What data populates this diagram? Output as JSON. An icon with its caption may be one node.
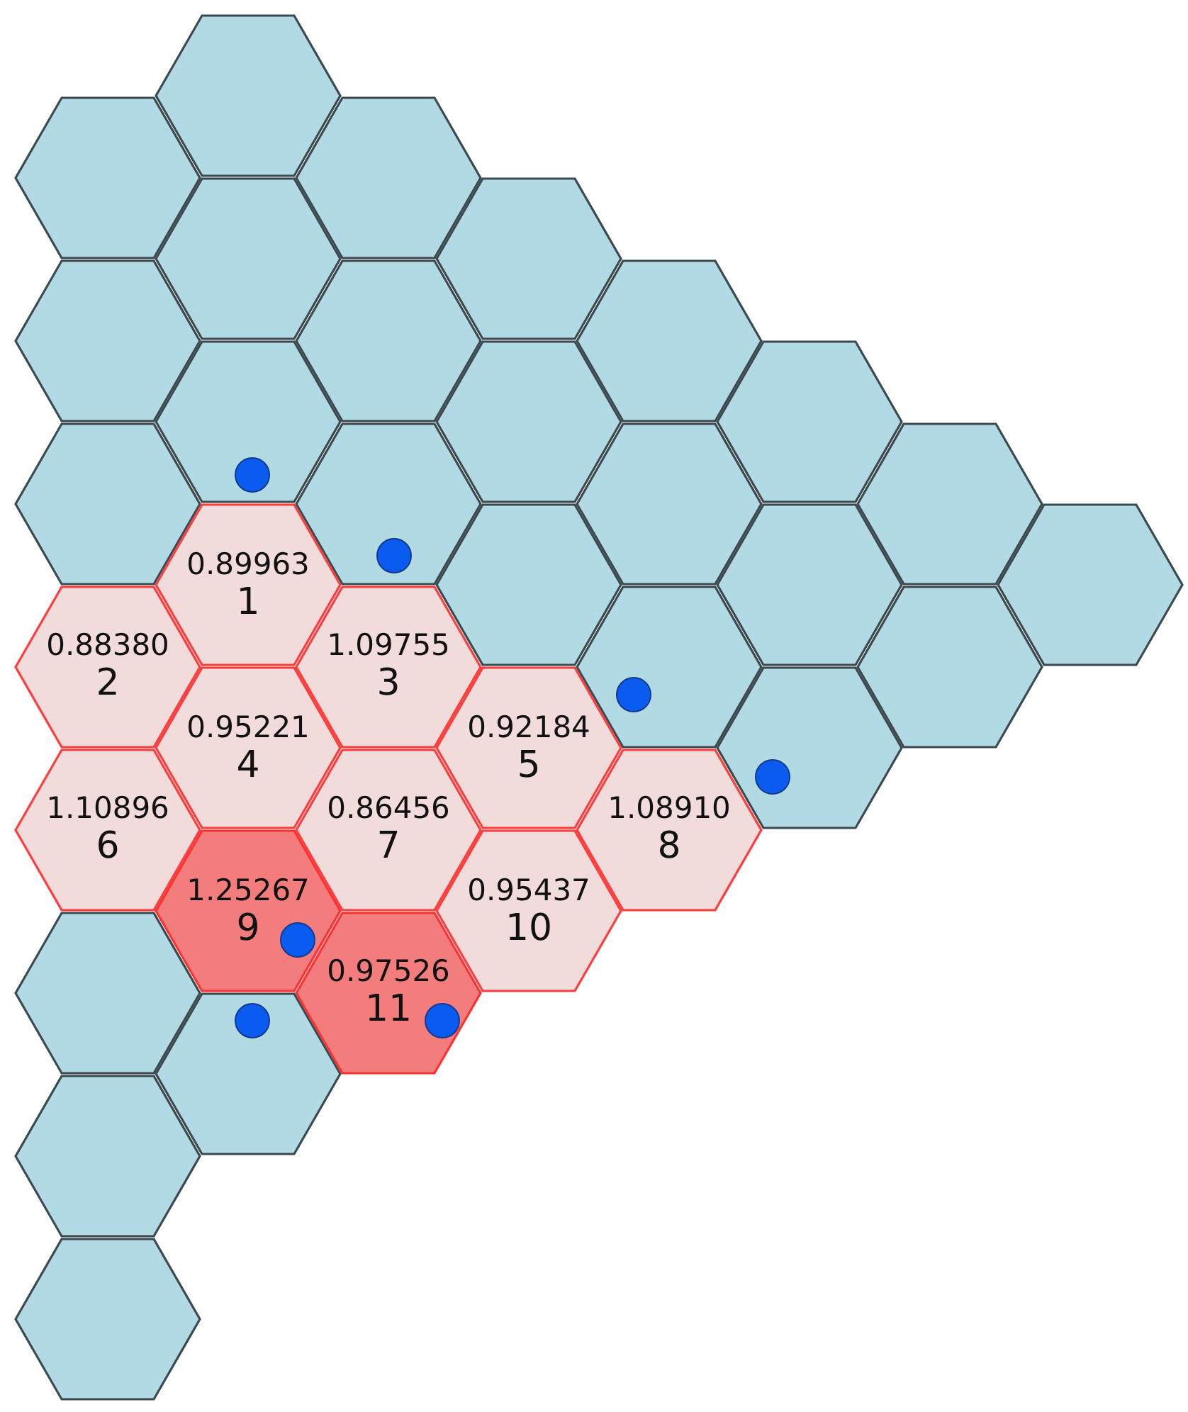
{
  "diagram": {
    "nodes": [
      {
        "text": [],
        "shape": "hexagon"
      },
      {
        "text": [],
        "shape": "hexagon"
      },
      {
        "text": [],
        "shape": "hexagon"
      },
      {
        "text": [],
        "shape": "hexagon"
      },
      {
        "text": [],
        "shape": "hexagon"
      },
      {
        "text": [],
        "shape": "hexagon"
      },
      {
        "text": [],
        "shape": "hexagon"
      },
      {
        "text": [],
        "shape": "hexagon"
      },
      {
        "text": [],
        "shape": "hexagon"
      },
      {
        "text": [],
        "shape": "hexagon"
      },
      {
        "text": [],
        "shape": "hexagon"
      },
      {
        "text": [],
        "shape": "hexagon"
      },
      {
        "text": [],
        "shape": "hexagon"
      },
      {
        "text": [],
        "shape": "hexagon"
      },
      {
        "text": [],
        "shape": "hexagon"
      },
      {
        "text": [
          "0.89963",
          "1"
        ]
      },
      {
        "text": [],
        "shape": "hexagon"
      },
      {
        "text": [],
        "shape": "hexagon"
      },
      {
        "text": [],
        "shape": "hexagon"
      },
      {
        "text": [
          "0.88380",
          "2"
        ]
      },
      {
        "text": [
          "1.09755",
          "3"
        ]
      },
      {
        "text": [],
        "shape": "hexagon"
      },
      {
        "text": [],
        "shape": "hexagon"
      },
      {
        "text": [
          "0.95221",
          "4"
        ]
      },
      {
        "text": [
          "0.92184",
          "5"
        ]
      },
      {
        "text": [],
        "shape": "hexagon"
      },
      {
        "text": [
          "1.10896",
          "6"
        ]
      },
      {
        "text": [
          "0.86456",
          "7"
        ]
      },
      {
        "text": [
          "1.08910",
          "8"
        ]
      },
      {
        "text": [
          "1.25267",
          "9"
        ]
      },
      {
        "text": [
          "0.95437",
          "10"
        ]
      },
      {
        "text": [],
        "shape": "hexagon"
      },
      {
        "text": [
          "0.97526",
          "11"
        ]
      },
      {
        "text": [],
        "shape": "hexagon"
      },
      {
        "text": [],
        "shape": "hexagon"
      },
      {
        "text": [],
        "shape": "hexagon"
      }
    ]
  }
}
